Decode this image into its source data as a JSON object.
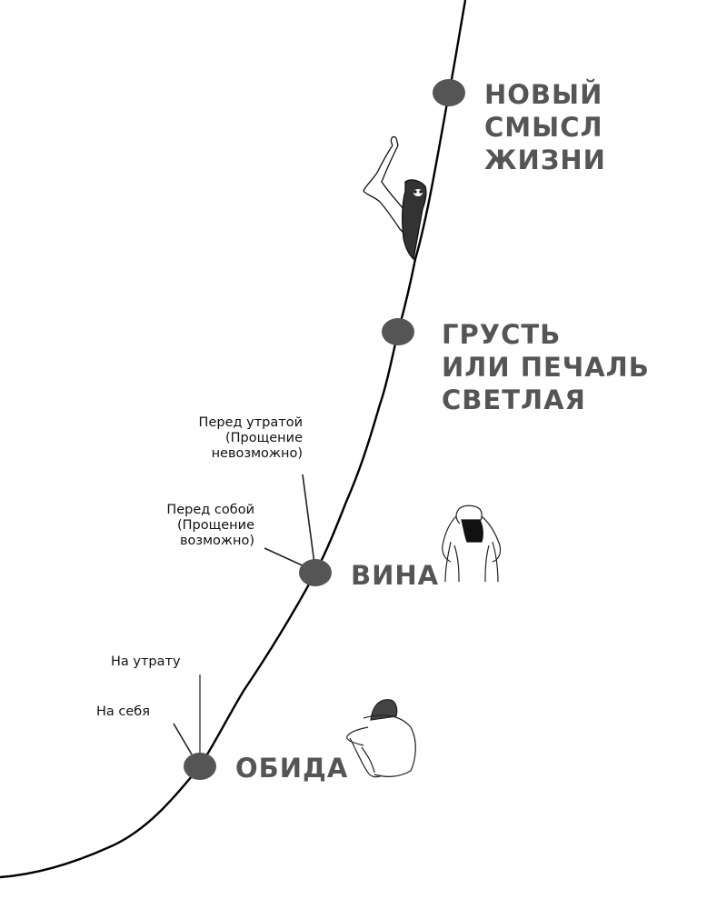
{
  "diagram": {
    "type": "stage-curve",
    "colors": {
      "curve": "#000000",
      "node": "#555555",
      "label": "#555555",
      "note_text": "#111111",
      "leader_line": "#222222",
      "leader_line_gray": "#777777"
    },
    "stages": [
      {
        "id": "obida",
        "label": "ОБИДА",
        "order": 1
      },
      {
        "id": "vina",
        "label": "ВИНА",
        "order": 2
      },
      {
        "id": "grust",
        "label": "ГРУСТЬ\nИЛИ ПЕЧАЛЬ\nСВЕТЛАЯ",
        "order": 3
      },
      {
        "id": "novy-smysl",
        "label": "НОВЫЙ\nСМЫСЛ\nЖИЗНИ",
        "order": 4
      }
    ],
    "annotations": {
      "obida": [
        {
          "text": "На утрату"
        },
        {
          "text": "На себя"
        }
      ],
      "vina": [
        {
          "text": "Перед утратой\n(Прощение\nневозможно)"
        },
        {
          "text": "Перед собой\n(Прощение\nвозможно)"
        }
      ]
    },
    "illustrations": [
      {
        "stage": "novy-smysl",
        "description": "figure-waving-hand"
      },
      {
        "stage": "vina",
        "description": "figure-hands-on-face"
      },
      {
        "stage": "obida",
        "description": "figure-hugging-knees"
      }
    ]
  }
}
